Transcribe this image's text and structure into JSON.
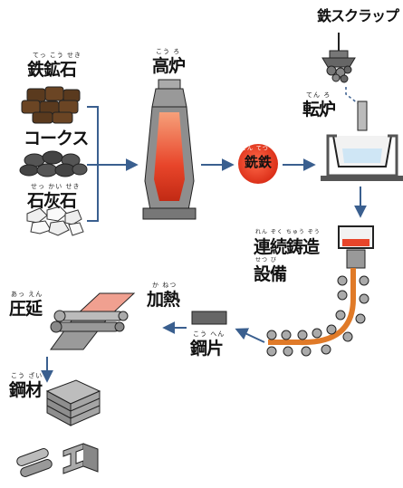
{
  "labels": {
    "iron_ore": "鉄鉱石",
    "iron_ore_ruby": "てっ こう せき",
    "coke": "コークス",
    "limestone": "石灰石",
    "limestone_ruby": "せっ かい せき",
    "blast_furnace": "高炉",
    "blast_furnace_ruby": "こう ろ",
    "pig_iron": "銑鉄",
    "pig_iron_ruby": "せん てつ",
    "scrap": "鉄スクラップ",
    "converter": "転炉",
    "converter_ruby": "てん ろ",
    "casting_1": "連続鋳造",
    "casting_ruby": "れん ぞく ちゅう ぞう",
    "casting_2": "設備",
    "casting_2_ruby": "せつ び",
    "heating": "加熱",
    "heating_ruby": "か ねつ",
    "billet": "鋼片",
    "billet_ruby": "こう へん",
    "rolling": "圧延",
    "rolling_ruby": "あっ えん",
    "steel": "鋼材",
    "steel_ruby": "こう ざい"
  },
  "colors": {
    "arrow": "#3a5f8f",
    "molten": "#e8452a",
    "furnace_gray": "#8e8e8e",
    "coal": "#4a4a4a",
    "ore": "#5a3a1e"
  }
}
